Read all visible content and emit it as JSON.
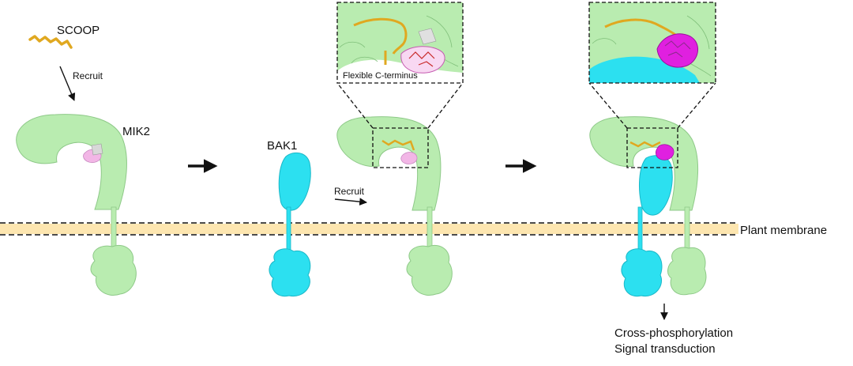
{
  "labels": {
    "scoop": "SCOOP",
    "recruit_1": "Recruit",
    "mik2": "MIK2",
    "bak1": "BAK1",
    "recruit_2": "Recruit",
    "flexible_c_terminus": "Flexible C-terminus",
    "plant_membrane": "Plant membrane",
    "outcome_line_1": "Cross-phosphorylation",
    "outcome_line_2": "Signal transduction"
  },
  "colors": {
    "mik2": "#b9ecb0",
    "mik2_outline": "#8ec988",
    "bak1": "#2ce0f0",
    "bak1_outline": "#1bb8c8",
    "scoop": "#e0a820",
    "c_terminus": "#f2b6e6",
    "c_terminus_bound": "#e020e0",
    "membrane": "#fde6b0",
    "arrow": "#111111"
  }
}
